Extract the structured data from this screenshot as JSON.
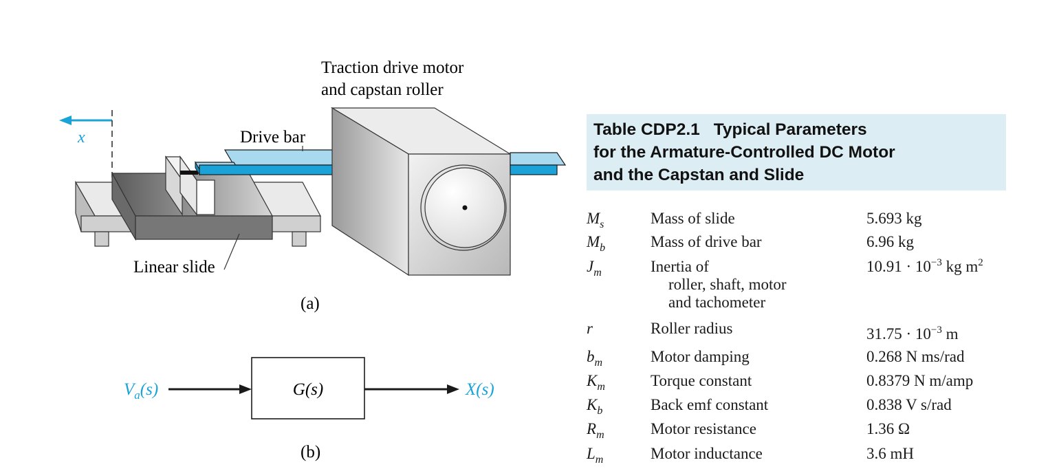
{
  "figure_a": {
    "label_motor_line1": "Traction drive motor",
    "label_motor_line2": "and capstan roller",
    "label_drive_bar": "Drive bar",
    "label_linear_slide": "Linear slide",
    "label_x": "x",
    "caption": "(a)"
  },
  "figure_b": {
    "input_label": "V",
    "input_sub": "a",
    "input_arg": "(s)",
    "block_label": "G(s)",
    "output_label": "X(s)",
    "caption": "(b)"
  },
  "table": {
    "title_id": "Table CDP2.1",
    "title_line1": "Typical Parameters",
    "title_line2": "for the Armature-Controlled DC Motor",
    "title_line3": "and the Capstan and Slide",
    "rows": [
      {
        "sym": "M",
        "sub": "s",
        "desc": "Mass of slide",
        "desc2": "",
        "desc3": "",
        "val": "5.693 kg",
        "exp": "",
        "val_suffix": ""
      },
      {
        "sym": "M",
        "sub": "b",
        "desc": "Mass of drive bar",
        "desc2": "",
        "desc3": "",
        "val": "6.96 kg",
        "exp": "",
        "val_suffix": ""
      },
      {
        "sym": "J",
        "sub": "m",
        "desc": "Inertia of",
        "desc2": "roller, shaft, motor",
        "desc3": "and tachometer",
        "val": "10.91 · 10",
        "exp": "−3",
        "val_suffix": " kg m",
        "exp2": "2"
      },
      {
        "sym": "r",
        "sub": "",
        "desc": "Roller radius",
        "desc2": "",
        "desc3": "",
        "val": "31.75 · 10",
        "exp": "−3",
        "val_suffix": " m"
      },
      {
        "sym": "b",
        "sub": "m",
        "desc": "Motor damping",
        "desc2": "",
        "desc3": "",
        "val": "0.268 N ms/rad",
        "exp": "",
        "val_suffix": ""
      },
      {
        "sym": "K",
        "sub": "m",
        "desc": "Torque constant",
        "desc2": "",
        "desc3": "",
        "val": "0.8379 N m/amp",
        "exp": "",
        "val_suffix": ""
      },
      {
        "sym": "K",
        "sub": "b",
        "desc": "Back emf constant",
        "desc2": "",
        "desc3": "",
        "val": "0.838 V s/rad",
        "exp": "",
        "val_suffix": ""
      },
      {
        "sym": "R",
        "sub": "m",
        "desc": "Motor resistance",
        "desc2": "",
        "desc3": "",
        "val": "1.36 Ω",
        "exp": "",
        "val_suffix": ""
      },
      {
        "sym": "L",
        "sub": "m",
        "desc": "Motor inductance",
        "desc2": "",
        "desc3": "",
        "val": "3.6 mH",
        "exp": "",
        "val_suffix": ""
      }
    ]
  },
  "colors": {
    "accent_blue": "#1aa3d9",
    "light_blue": "#a9d9ee",
    "header_bg": "#dcedf3"
  }
}
